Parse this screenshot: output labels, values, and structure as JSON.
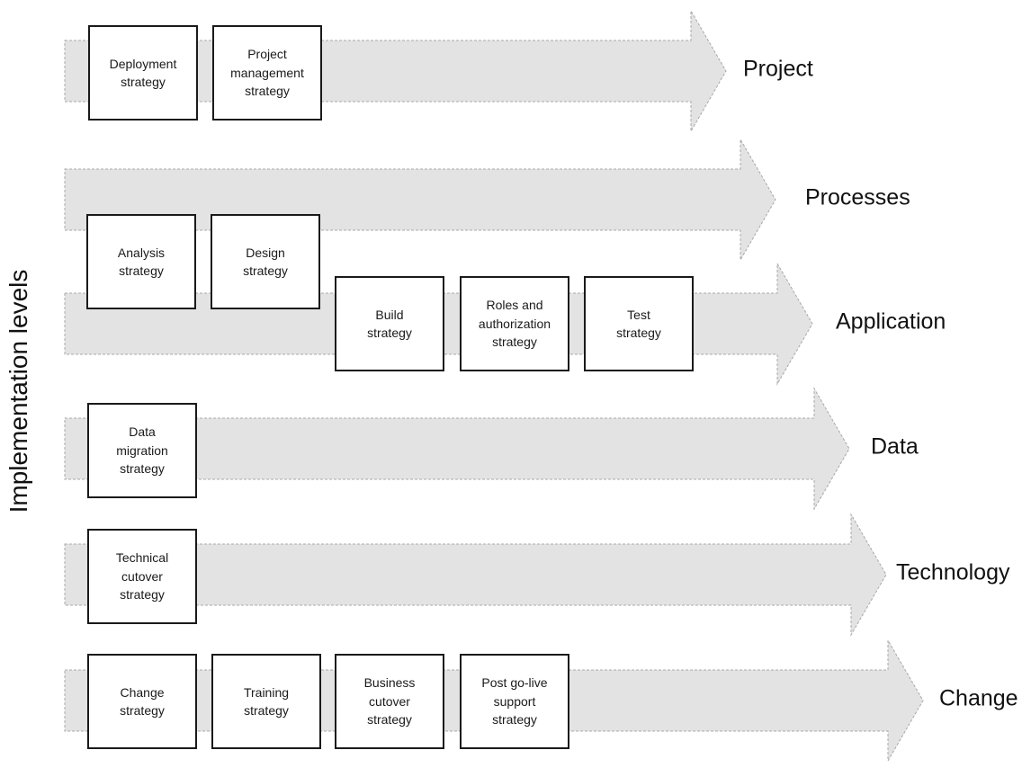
{
  "axis_title": "Implementation levels",
  "levels": [
    {
      "label": "Project",
      "strategies": [
        "Deployment\nstrategy",
        "Project\nmanagement\nstrategy"
      ]
    },
    {
      "label": "Processes",
      "strategies": []
    },
    {
      "label": "Application",
      "strategies": [
        "Analysis\nstrategy",
        "Design\nstrategy",
        "Build\nstrategy",
        "Roles and\nauthorization\nstrategy",
        "Test\nstrategy"
      ]
    },
    {
      "label": "Data",
      "strategies": [
        "Data\nmigration\nstrategy"
      ]
    },
    {
      "label": "Technology",
      "strategies": [
        "Technical\ncutover\nstrategy"
      ]
    },
    {
      "label": "Change",
      "strategies": [
        "Change\nstrategy",
        "Training\nstrategy",
        "Business\ncutover\nstrategy",
        "Post go-live\nsupport\nstrategy"
      ]
    }
  ],
  "colors": {
    "arrow_fill": "#e3e3e3",
    "arrow_border": "#a8a8a8",
    "box_border": "#1a1a1a"
  }
}
